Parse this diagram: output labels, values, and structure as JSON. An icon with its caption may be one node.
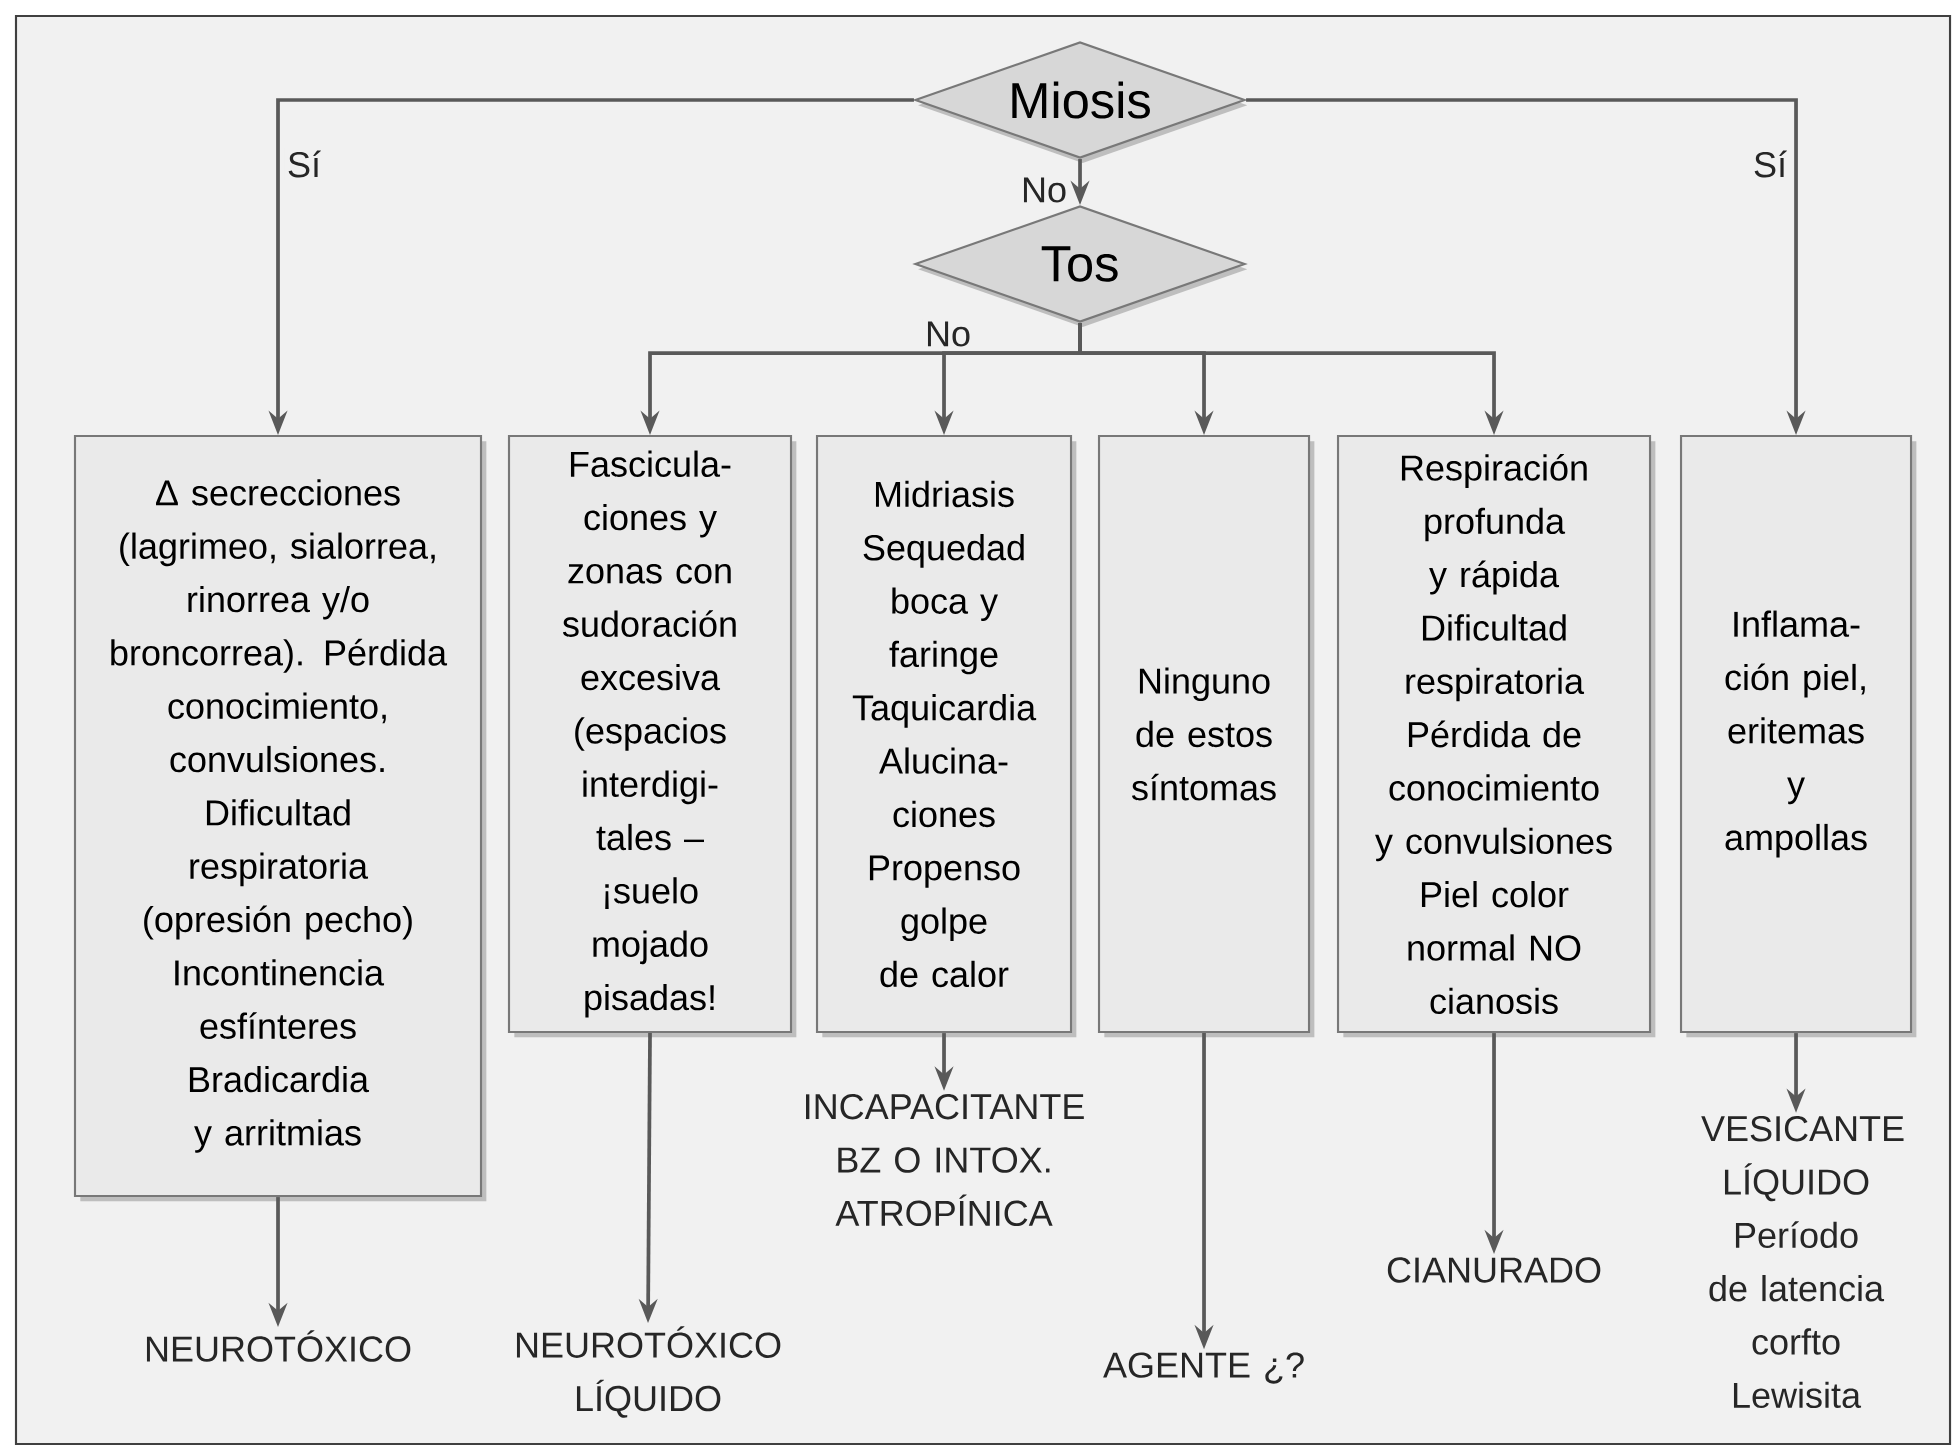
{
  "diagram": {
    "nodes": [
      {
        "text": [
          "Miosis"
        ]
      },
      {
        "text": [
          "Tos"
        ]
      },
      {
        "text": [
          "Δ secrecciones (lagrimeo, sialorrea, rinorrea y/o broncorrea). Pérdida conocimiento, convulsiones. Dificultad respiratoria (opresión pecho) Incontinencia esfínteres Bradicardia y arritmias"
        ]
      },
      {
        "text": [
          "Fascicula- ciones y zonas con sudoración excesiva (espacios interdigi- tales – ¡suelo mojado pisadas!"
        ]
      },
      {
        "text": [
          "Midriasis Sequedad boca y faringe Taquicardia Alucina- ciones Propenso golpe de calor"
        ]
      },
      {
        "text": [
          "Ninguno de estos síntomas"
        ]
      },
      {
        "text": [
          "Respiración profunda y rápida Dificultad respiratoria Pérdida de conocimiento y convulsiones Piel color normal NO cianosis"
        ]
      },
      {
        "text": [
          "Inflama- ción piel, eritemas y ampollas"
        ]
      },
      {
        "text": [
          "NEUROTÓXICO"
        ]
      },
      {
        "text": [
          "NEUROTÓXICO LÍQUIDO"
        ]
      },
      {
        "text": [
          "INCAPACITANTE BZ O INTOX. ATROPÍNICA"
        ]
      },
      {
        "text": [
          "AGENTE ¿?"
        ]
      },
      {
        "text": [
          "CIANURADO"
        ]
      },
      {
        "text": [
          "VESICANTE LÍQUIDO Período de latencia corfto Lewisita"
        ]
      }
    ],
    "edges": [
      {
        "from": 0,
        "to": 2,
        "arrow": "to",
        "label": "Sí"
      },
      {
        "from": 0,
        "to": 1,
        "arrow": "to",
        "label": "No"
      },
      {
        "from": 0,
        "to": 7,
        "arrow": "to",
        "label": "Sí"
      },
      {
        "from": 1,
        "to": 3,
        "arrow": "to",
        "label": "No"
      },
      {
        "from": 1,
        "to": 4,
        "arrow": "to"
      },
      {
        "from": 1,
        "to": 5,
        "arrow": "to"
      },
      {
        "from": 1,
        "to": 6,
        "arrow": "to"
      },
      {
        "from": 2,
        "to": 8,
        "arrow": "to"
      },
      {
        "from": 3,
        "to": 9,
        "arrow": "to"
      },
      {
        "from": 4,
        "to": 10,
        "arrow": "to"
      },
      {
        "from": 5,
        "to": 11,
        "arrow": "to"
      },
      {
        "from": 6,
        "to": 12,
        "arrow": "to"
      },
      {
        "from": 7,
        "to": 13,
        "arrow": "to"
      }
    ]
  }
}
